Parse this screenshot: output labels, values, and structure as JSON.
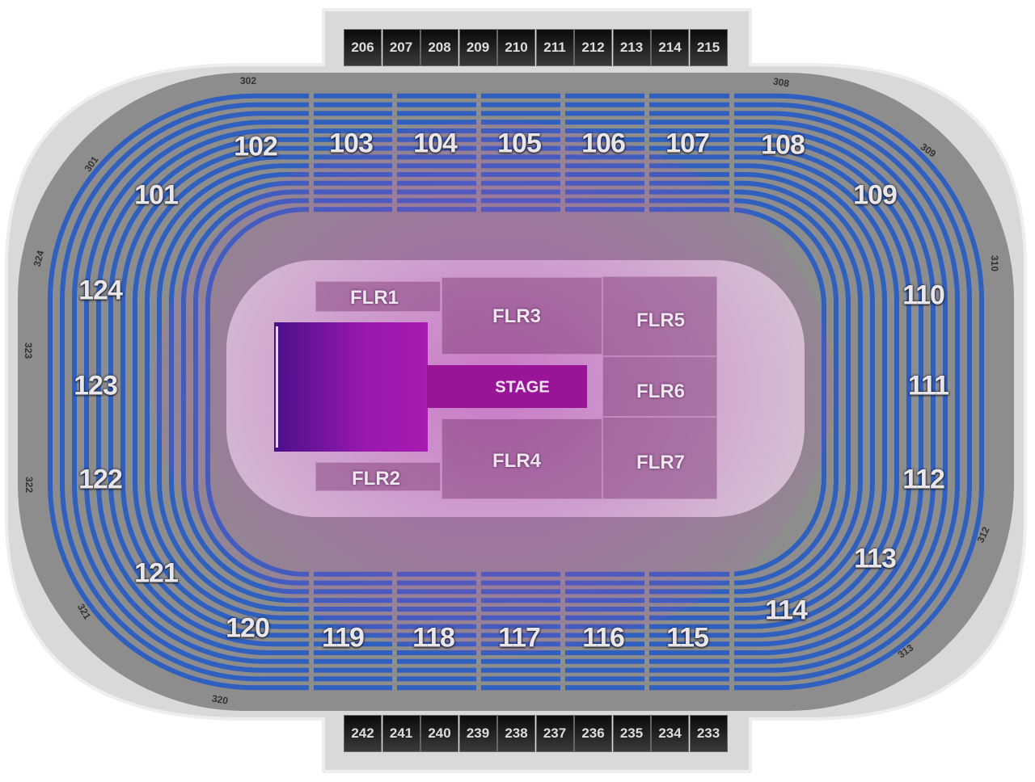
{
  "suites_top": [
    "206",
    "207",
    "208",
    "209",
    "210",
    "211",
    "212",
    "213",
    "214",
    "215"
  ],
  "suites_bottom": [
    "242",
    "241",
    "240",
    "239",
    "238",
    "237",
    "236",
    "235",
    "234",
    "233"
  ],
  "lower_sections": [
    "101",
    "102",
    "103",
    "104",
    "105",
    "106",
    "107",
    "108",
    "109",
    "110",
    "111",
    "112",
    "113",
    "114",
    "115",
    "116",
    "117",
    "118",
    "119",
    "120",
    "121",
    "122",
    "123",
    "124"
  ],
  "upper_sections": [
    "301",
    "302",
    "308",
    "309",
    "310",
    "312",
    "313",
    "320",
    "321",
    "322",
    "323",
    "324"
  ],
  "floor_sections": [
    "FLR1",
    "FLR2",
    "FLR3",
    "FLR4",
    "FLR5",
    "FLR6",
    "FLR7"
  ],
  "stage_label": "STAGE",
  "colors": {
    "seats": "#2f5fbf",
    "concourse": "#8f8f8f",
    "floor": "#d6d0d4",
    "stage": "#a020a0",
    "floor_tint": "#c050b8"
  }
}
